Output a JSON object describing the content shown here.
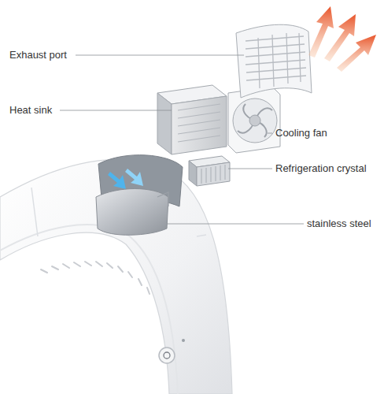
{
  "diagram": {
    "labels": [
      "Exhaust port",
      "Heat sink",
      "Cooling fan",
      "Refrigeration crystal",
      "stainless steel"
    ]
  }
}
